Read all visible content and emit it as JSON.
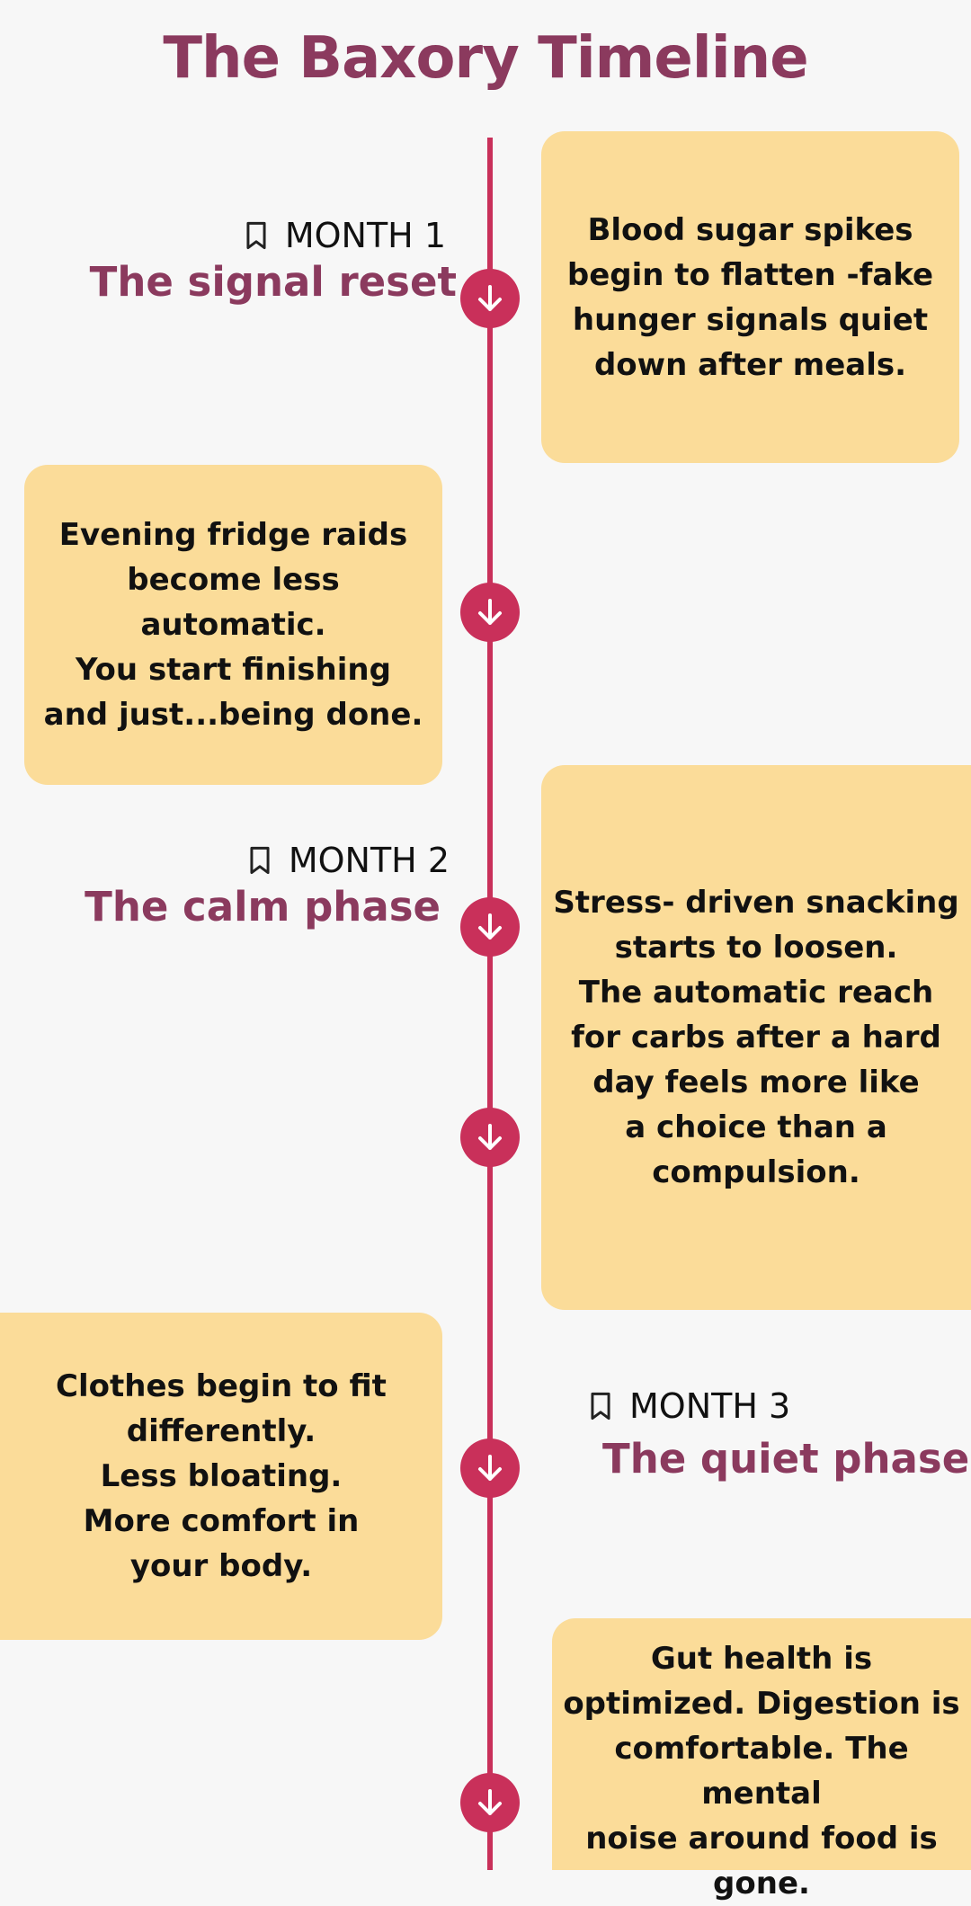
{
  "title": "The Baxory Timeline",
  "months": [
    {
      "label": "MONTH 1",
      "phase": "The signal reset"
    },
    {
      "label": "MONTH 2",
      "phase": "The calm phase"
    },
    {
      "label": "MONTH 3",
      "phase": "The quiet phase"
    }
  ],
  "cards": [
    "Blood sugar spikes\nbegin to flatten -fake\nhunger signals quiet\ndown after meals.",
    "Evening fridge raids\nbecome less\nautomatic.\nYou start finishing\nand just...being done.",
    "Stress- driven snacking\nstarts to loosen.\nThe automatic reach\nfor carbs after a hard\nday feels more like\na choice than a\ncompulsion.",
    "Clothes begin to fit\ndifferently.\nLess bloating.\nMore comfort in\nyour body.",
    "Gut health is\noptimized. Digestion is\ncomfortable. The mental\nnoise around food is\ngone."
  ],
  "icons": {
    "node": "arrow-down-circle-icon",
    "month": "bookmark-icon"
  },
  "colors": {
    "title": "#8b3a5e",
    "accent": "#c9305a",
    "card": "#fbdc99",
    "background": "#f7f7f7"
  }
}
